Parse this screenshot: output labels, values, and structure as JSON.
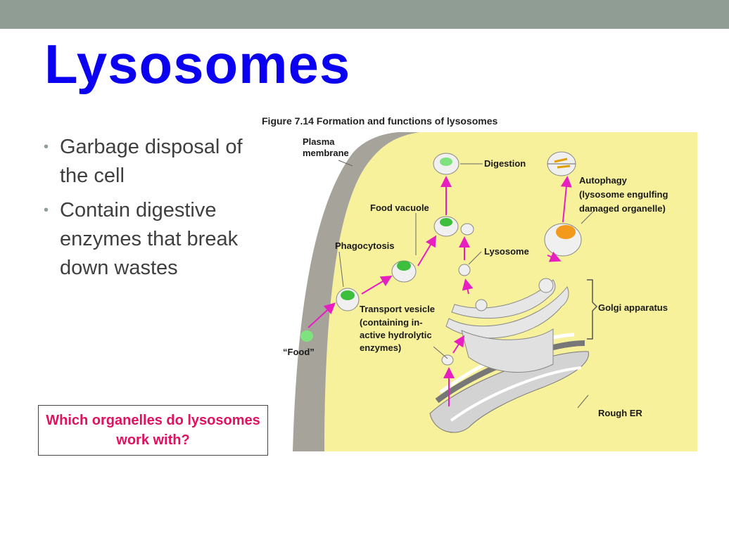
{
  "slide": {
    "title": "Lysosomes",
    "bullets": [
      "Garbage disposal of the cell",
      "Contain digestive enzymes that break down wastes"
    ],
    "question": "Which organelles do lysosomes work with?"
  },
  "figure": {
    "caption": "Figure 7.14  Formation and functions of lysosomes",
    "labels": {
      "plasma_membrane_1": "Plasma",
      "plasma_membrane_2": "membrane",
      "digestion": "Digestion",
      "autophagy_1": "Autophagy",
      "autophagy_2": "(lysosome engulfing",
      "autophagy_3": "damaged organelle)",
      "food_vacuole": "Food vacuole",
      "phagocytosis": "Phagocytosis",
      "lysosome": "Lysosome",
      "golgi": "Golgi apparatus",
      "transport_1": "Transport vesicle",
      "transport_2": "(containing in-",
      "transport_3": "active hydrolytic",
      "transport_4": "enzymes)",
      "food": "“Food”",
      "rough_er": "Rough ER"
    }
  },
  "colors": {
    "topbar": "#8f9d94",
    "title": "#0b00f0",
    "question": "#e0115f",
    "cytoplasm": "#f8f19c",
    "arrow": "#e81fc0"
  }
}
